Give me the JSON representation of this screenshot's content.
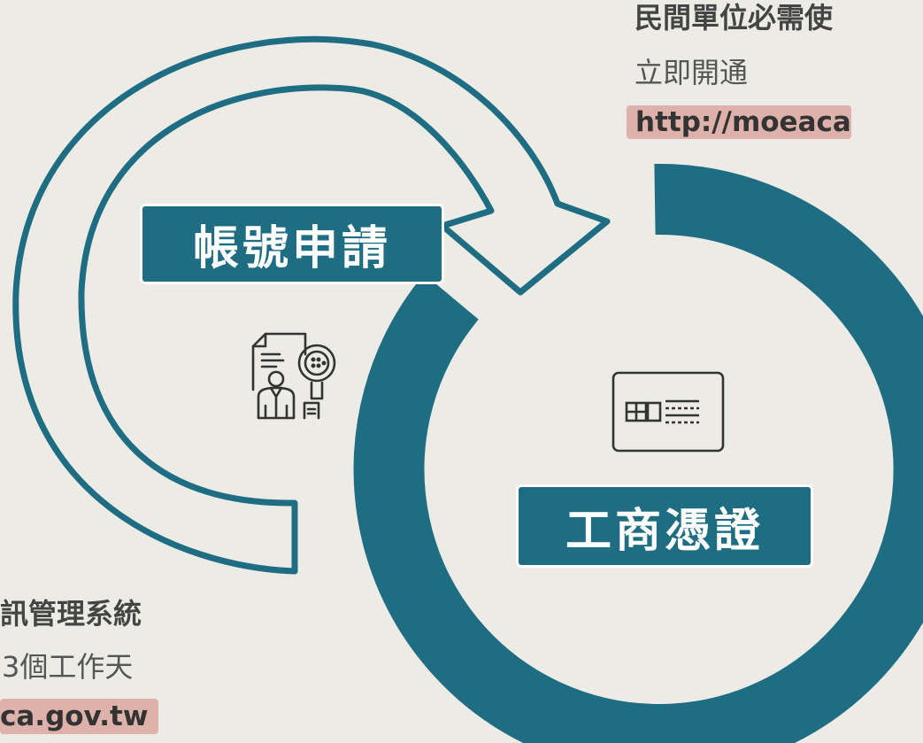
{
  "top_right": {
    "heading": "民間單位必需使",
    "line2": "立即開通",
    "url": "http://moeaca"
  },
  "bottom_left": {
    "heading": "訊管理系統",
    "line2": "3個工作天",
    "url": "ca.gov.tw"
  },
  "labels": {
    "account": "帳號申請",
    "certificate": "工商憑證"
  },
  "icons": {
    "account": "person-document-magnifier-icon",
    "certificate": "id-card-icon"
  },
  "colors": {
    "background": "#ecebe6",
    "primary": "#1e6d82",
    "highlight": "#dfb1ab",
    "text": "#444444"
  }
}
